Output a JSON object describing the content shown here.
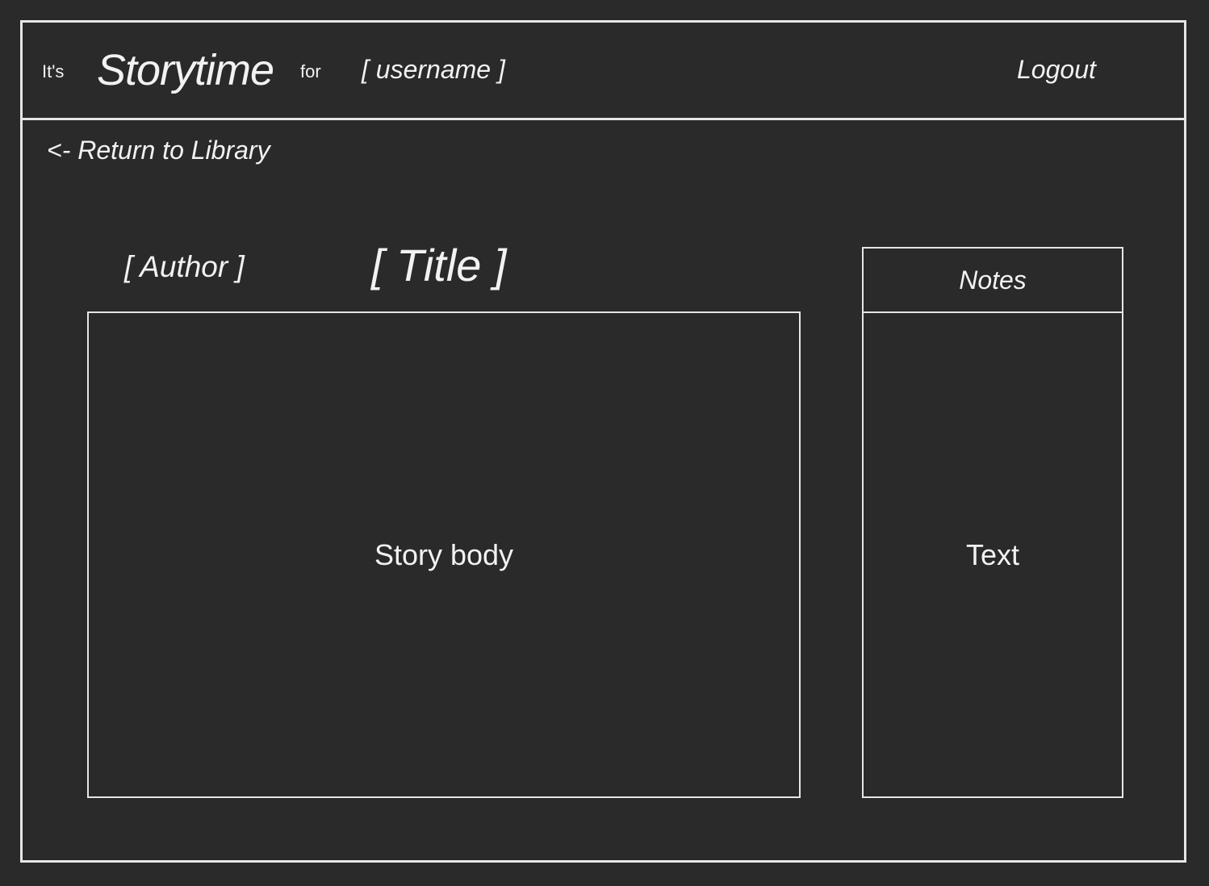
{
  "header": {
    "prefix": "It's",
    "brand": "Storytime",
    "connector": "for",
    "username": "[ username ]",
    "logout_label": "Logout"
  },
  "nav": {
    "return_label": "<- Return to Library"
  },
  "story": {
    "author": "[ Author ]",
    "title": "[ Title ]",
    "body": "Story body"
  },
  "notes": {
    "heading": "Notes",
    "text": "Text"
  }
}
